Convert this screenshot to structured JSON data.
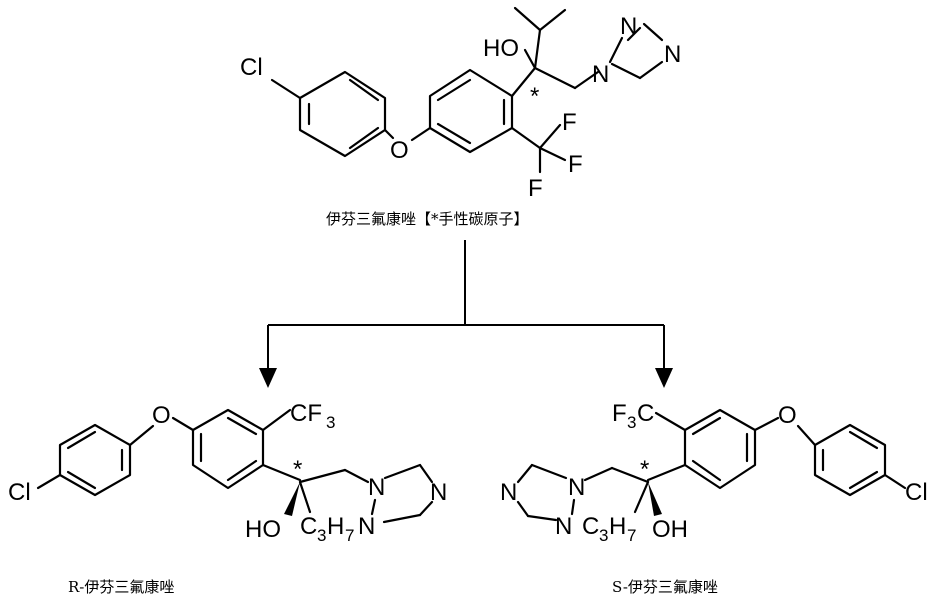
{
  "captions": {
    "top": "伊芬三氟康唑【*手性碳原子】",
    "left": "R-伊芬三氟康唑",
    "right": "S-伊芬三氟康唑"
  },
  "labels": {
    "cl": "Cl",
    "o": "O",
    "f": "F",
    "ho": "HO",
    "oh": "OH",
    "n": "N",
    "star": "*",
    "cf": "CF",
    "f3": "F",
    "three": "3",
    "c": "C",
    "h": "H",
    "seven": "7"
  }
}
